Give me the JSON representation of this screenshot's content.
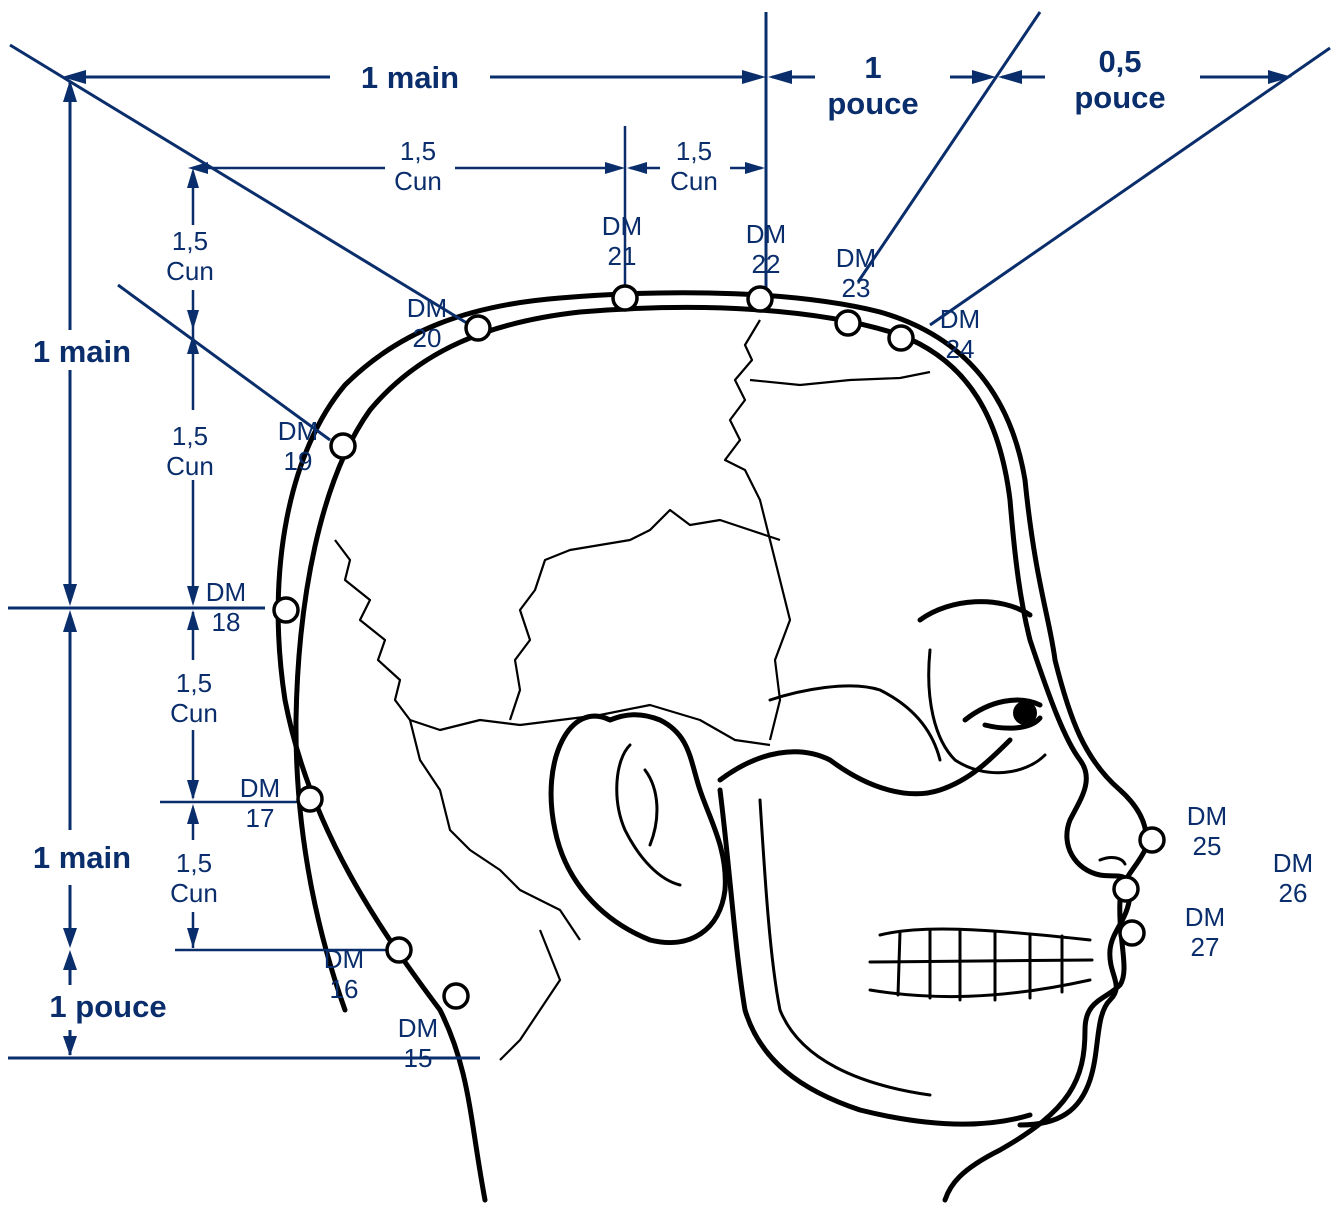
{
  "colors": {
    "dimension": "#0a2d6b",
    "outline": "#000000",
    "background": "#ffffff"
  },
  "measures": {
    "main_top": "1 main",
    "pouce_top_1": "1",
    "pouce_top_2": "pouce",
    "half_top_1": "0,5",
    "half_top_2": "pouce",
    "main_left_top": "1 main",
    "main_left_bottom": "1 main",
    "pouce_left": "1 pouce",
    "cun_num": "1,5",
    "cun_word": "Cun"
  },
  "points": [
    {
      "id": "DM",
      "num": "15"
    },
    {
      "id": "DM",
      "num": "16"
    },
    {
      "id": "DM",
      "num": "17"
    },
    {
      "id": "DM",
      "num": "18"
    },
    {
      "id": "DM",
      "num": "19"
    },
    {
      "id": "DM",
      "num": "20"
    },
    {
      "id": "DM",
      "num": "21"
    },
    {
      "id": "DM",
      "num": "22"
    },
    {
      "id": "DM",
      "num": "23"
    },
    {
      "id": "DM",
      "num": "24"
    },
    {
      "id": "DM",
      "num": "25"
    },
    {
      "id": "DM",
      "num": "26"
    },
    {
      "id": "DM",
      "num": "27"
    }
  ]
}
